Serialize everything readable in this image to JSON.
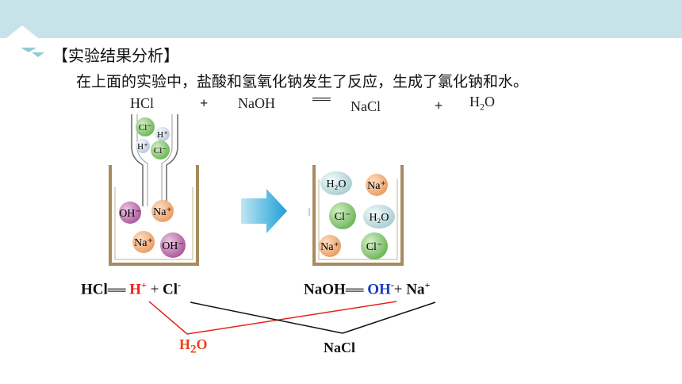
{
  "header": {
    "section_title": "【实验结果分析】",
    "intro_text": "在上面的实验中，盐酸和氢氧化钠发生了反应，生成了氯化钠和水。"
  },
  "equation": {
    "reactant1": "HCl",
    "plus1": "+",
    "reactant2": "NaOH",
    "arrow": "══",
    "product1": "NaCl",
    "plus2": "+",
    "product2_main": "H",
    "product2_sub": "2",
    "product2_tail": "O"
  },
  "dropper_ions": [
    {
      "label": "Cl⁻"
    },
    {
      "label": "H⁺"
    },
    {
      "label": "H⁺"
    },
    {
      "label": "Cl⁻"
    }
  ],
  "beaker_left_ions": [
    {
      "label": "OH⁻"
    },
    {
      "label": "Na⁺"
    },
    {
      "label": "Na⁺"
    },
    {
      "label": "OH⁻"
    }
  ],
  "beaker_right_ions": [
    {
      "label": "H₂O"
    },
    {
      "label": "Na⁺"
    },
    {
      "label": "Cl⁻"
    },
    {
      "label": "H₂O"
    },
    {
      "label": "Na⁺"
    },
    {
      "label": "Cl⁻"
    }
  ],
  "dissociation_left": {
    "formula": "HCl",
    "arrow": "══",
    "cation": "H",
    "cation_charge": "+",
    "plus": "+",
    "anion": "Cl",
    "anion_charge": "-"
  },
  "dissociation_right": {
    "formula": "NaOH",
    "arrow": "══",
    "anion": "OH",
    "anion_charge": "-",
    "plus": "+",
    "cation": "Na",
    "cation_charge": "+"
  },
  "products": {
    "water_main": "H",
    "water_sub": "2",
    "water_tail": "O",
    "salt": "NaCl"
  },
  "colors": {
    "topbar": "#c7e3e9",
    "cl_ion": "#7dc26a",
    "h_ion": "#c9d6e6",
    "oh_ion": "#b465a6",
    "na_ion": "#f1a773",
    "h2o": "#c6dde0",
    "proton_red": "#e8221a",
    "hydroxide_blue": "#1a3cc8",
    "water_orange": "#e8421a"
  }
}
